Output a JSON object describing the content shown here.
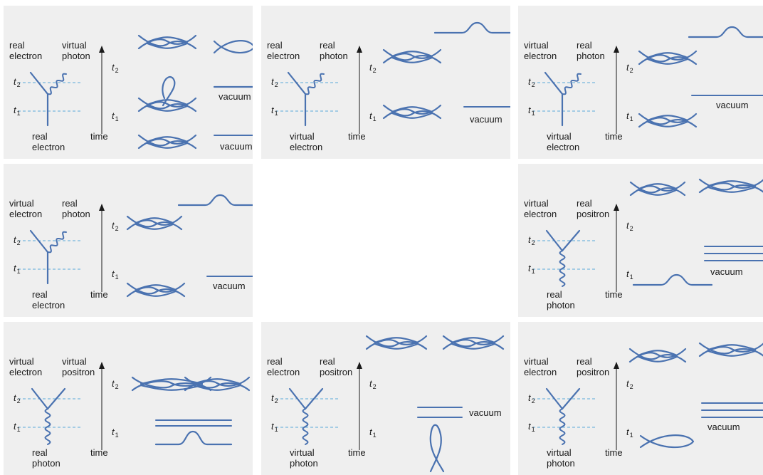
{
  "common": {
    "time": "time",
    "vacuum": "vacuum",
    "t_symbol": "t",
    "t1_sub": "1",
    "t2_sub": "2"
  },
  "colors": {
    "line": "#4a72b0",
    "dash": "#5aa8d8",
    "panel_bg": "#efefef",
    "text": "#1a1a1a"
  },
  "panels": [
    {
      "top_left": "real\nelectron",
      "top_right": "virtual\nphoton",
      "bottom": "real\nelectron",
      "vertex": "emit"
    },
    {
      "top_left": "real\nelectron",
      "top_right": "real\nphoton",
      "bottom": "virtual\nelectron",
      "vertex": "emit"
    },
    {
      "top_left": "virtual\nelectron",
      "top_right": "real\nphoton",
      "bottom": "virtual\nelectron",
      "vertex": "emit"
    },
    {
      "top_left": "virtual\nelectron",
      "top_right": "real\nphoton",
      "bottom": "real\nelectron",
      "vertex": "emit"
    },
    {
      "top_left": "",
      "top_right": "",
      "bottom": "",
      "vertex": "none"
    },
    {
      "top_left": "virtual\nelectron",
      "top_right": "real\npositron",
      "bottom": "real\nphoton",
      "vertex": "pair"
    },
    {
      "top_left": "virtual\nelectron",
      "top_right": "virtual\npositron",
      "bottom": "real\nphoton",
      "vertex": "pair"
    },
    {
      "top_left": "real\nelectron",
      "top_right": "real\npositron",
      "bottom": "virtual\nphoton",
      "vertex": "pair"
    },
    {
      "top_left": "virtual\nelectron",
      "top_right": "real\npositron",
      "bottom": "virtual\nphoton",
      "vertex": "pair"
    }
  ]
}
